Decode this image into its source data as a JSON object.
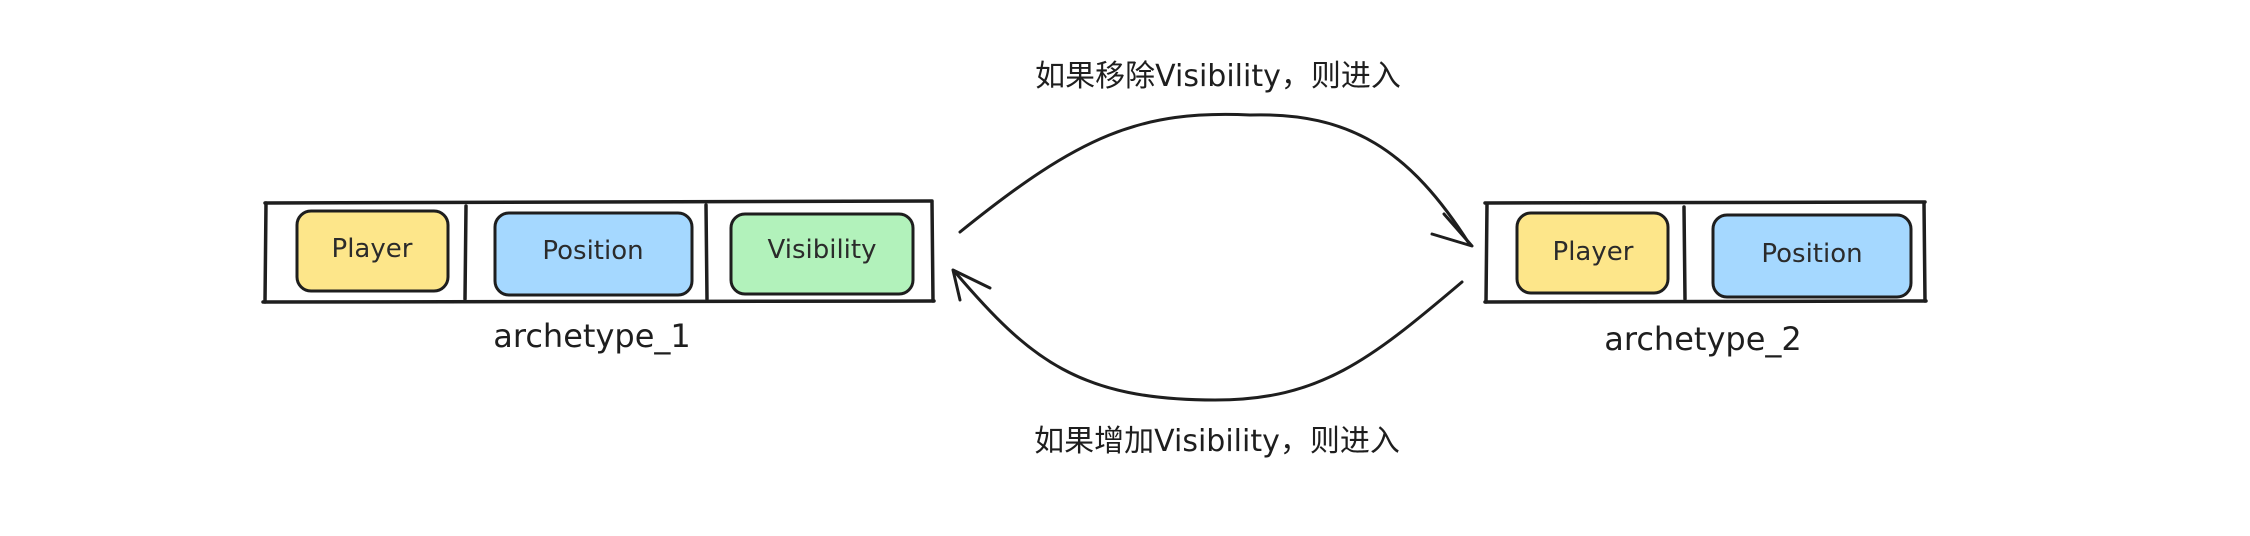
{
  "archetypes": [
    {
      "label": "archetype_1",
      "components": [
        {
          "label": "Player",
          "color": "#fde68a"
        },
        {
          "label": "Position",
          "color": "#a5d8ff"
        },
        {
          "label": "Visibility",
          "color": "#b2f2bb"
        }
      ]
    },
    {
      "label": "archetype_2",
      "components": [
        {
          "label": "Player",
          "color": "#fde68a"
        },
        {
          "label": "Position",
          "color": "#a5d8ff"
        }
      ]
    }
  ],
  "edges": {
    "remove_label": "如果移除Visibility，则进入",
    "add_label": "如果增加Visibility，则进入"
  },
  "colors": {
    "stroke": "#1e1e1e"
  }
}
